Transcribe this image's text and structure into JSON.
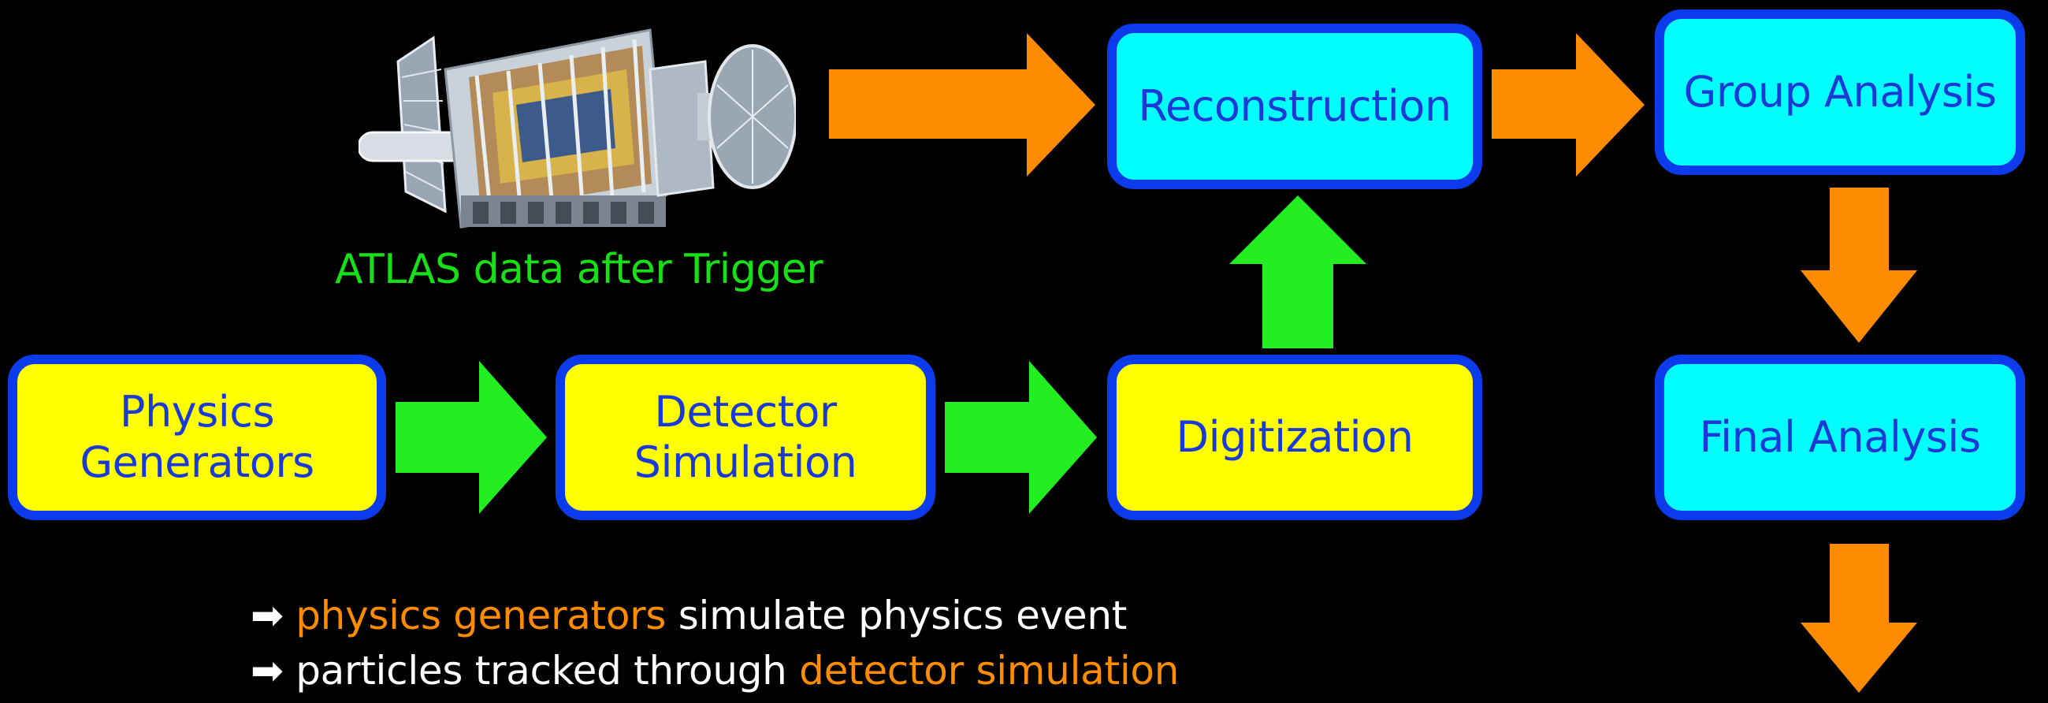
{
  "boxes": {
    "physics_generators": "Physics\nGenerators",
    "detector_simulation": "Detector\nSimulation",
    "digitization": "Digitization",
    "reconstruction": "Reconstruction",
    "group_analysis": "Group Analysis",
    "final_analysis": "Final Analysis"
  },
  "caption": "ATLAS data after Trigger",
  "bullets": [
    {
      "arrow": "➡",
      "highlight": "physics generators",
      "text": " simulate physics event"
    },
    {
      "arrow": "➡",
      "text": "particles tracked through ",
      "highlight": "detector simulation"
    }
  ],
  "colors": {
    "background": "#000000",
    "simulation_box": "#ffff00",
    "analysis_box": "#00ffff",
    "box_border": "#0b3bea",
    "box_text": "#1a3ad8",
    "green_arrow": "#22ee22",
    "orange_arrow": "#ff8c00",
    "caption": "#17e017",
    "highlight": "#ff8c00"
  },
  "images": {
    "detector": "ATLAS detector cutaway illustration"
  }
}
